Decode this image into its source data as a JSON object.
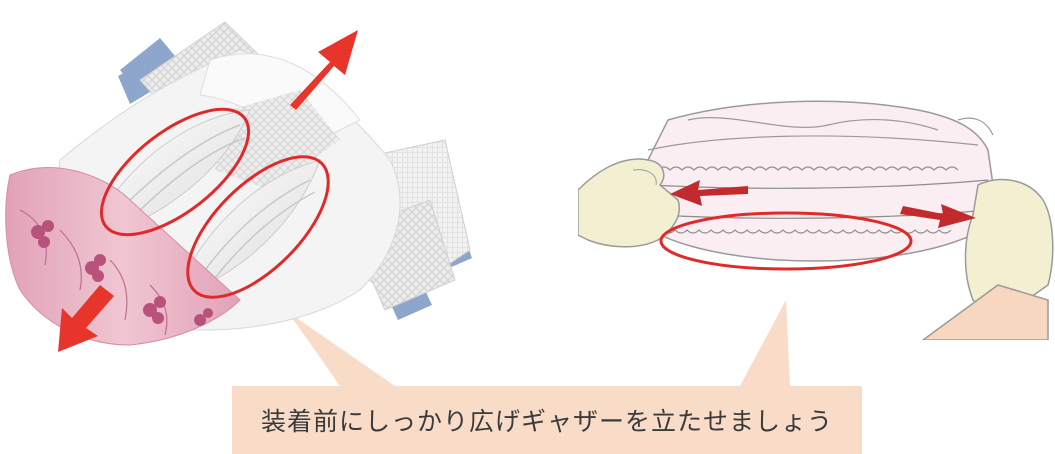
{
  "caption": "装着前にしっかり広げギャザーを立たせましょう",
  "colors": {
    "callout_fill": "#f8dcc8",
    "highlight_ellipse": "#e02a2a",
    "arrow_red": "#e8352b",
    "arrow_dark_red": "#c22a2e",
    "diaper_pink": "#e9a8bd",
    "diaper_white": "#f2f2f2",
    "tab_blue": "#8fa6cc",
    "glove": "#f3f0d2"
  },
  "illustrations": {
    "left": "diaper-spread-photo",
    "right": "hands-stretching-diaper-drawing"
  }
}
